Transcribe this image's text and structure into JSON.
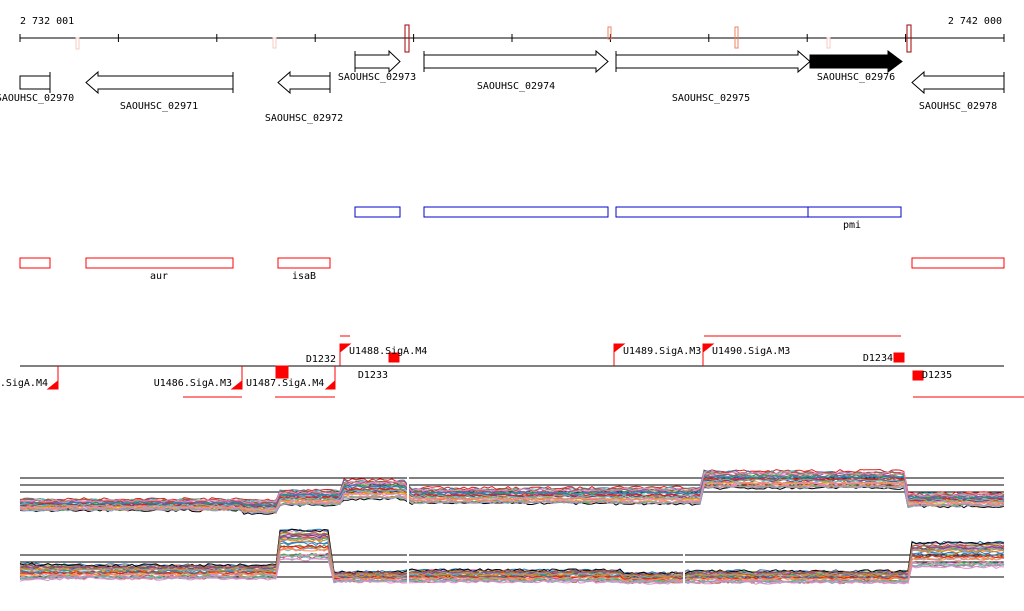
{
  "ruler": {
    "start_label": "2 732 001",
    "end_label": "2 742 000"
  },
  "genes": [
    {
      "name": "SAOUHSC_02970",
      "strand": "none",
      "filled": false
    },
    {
      "name": "SAOUHSC_02971",
      "strand": "-",
      "filled": false
    },
    {
      "name": "SAOUHSC_02972",
      "strand": "-",
      "filled": false
    },
    {
      "name": "SAOUHSC_02973",
      "strand": "+",
      "filled": false
    },
    {
      "name": "SAOUHSC_02974",
      "strand": "+",
      "filled": false
    },
    {
      "name": "SAOUHSC_02975",
      "strand": "+",
      "filled": false
    },
    {
      "name": "SAOUHSC_02976",
      "strand": "+",
      "filled": true
    },
    {
      "name": "SAOUHSC_02978",
      "strand": "-",
      "filled": false
    }
  ],
  "operon_track": {
    "labels": [
      "pmi"
    ],
    "color": "#0000cc"
  },
  "gene_name_track": {
    "labels": [
      "aur",
      "isaB"
    ],
    "color": "#ff0000"
  },
  "promoters": {
    "labels": [
      ".SigA.M4",
      "U1486.SigA.M3",
      "U1487.SigA.M4",
      "U1488.SigA.M4",
      "U1489.SigA.M3",
      "U1490.SigA.M3"
    ],
    "terminators": [
      "D1232",
      "D1233",
      "D1234",
      "D1235"
    ],
    "color": "#ff0000"
  },
  "expression": {
    "panels": 2,
    "palette": [
      "#e41a1c",
      "#377eb8",
      "#4daf4a",
      "#984ea3",
      "#ff7f00",
      "#a65628",
      "#f781bf",
      "#999999",
      "#66c2a5",
      "#fc8d62",
      "#8da0cb",
      "#e78ac3",
      "#a6d854",
      "#b15928",
      "#1f78b4",
      "#33a02c",
      "#6a3d9a",
      "#000000"
    ]
  }
}
